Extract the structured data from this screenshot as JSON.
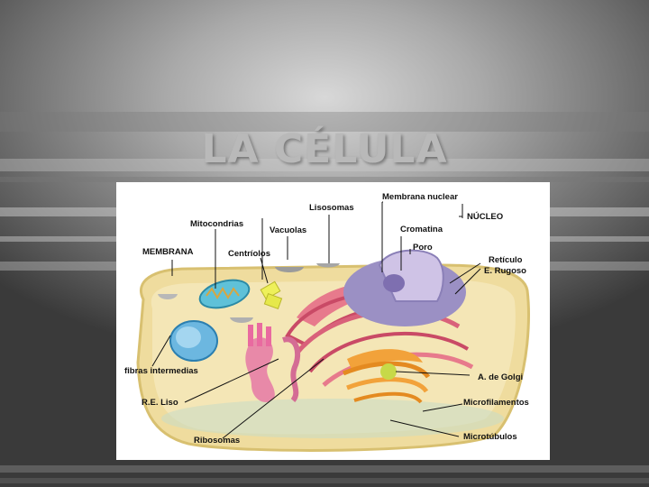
{
  "slide": {
    "title": "LA CÉLULA"
  },
  "diagram": {
    "labels": {
      "membrana_nuclear": "Membrana nuclear",
      "lisosomas": "Lisosomas",
      "nucleo": "NÚCLEO",
      "mitocondrias": "Mitocondrias",
      "vacuolas": "Vacuolas",
      "cromatina": "Cromatina",
      "poro": "Poro",
      "membrana": "MEMBRANA",
      "centriolos": "Centríolos",
      "reticulo": "Retículo",
      "e_rugoso": "E. Rugoso",
      "fibras_intermedias": "fibras intermedias",
      "a_de_golgi": "A. de Golgi",
      "re_liso": "R.E. Liso",
      "microfilamentos": "Microfilamentos",
      "ribosomas": "Ribosomas",
      "microtubulos": "Microtúbulos"
    }
  }
}
